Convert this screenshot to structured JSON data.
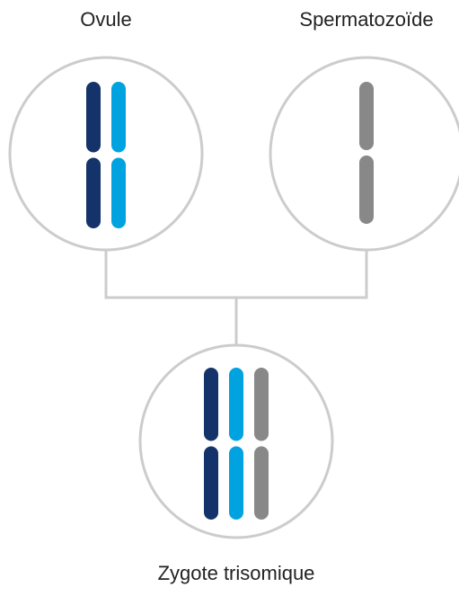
{
  "labels": {
    "ovule": "Ovule",
    "sperm": "Spermatozoïde",
    "zygote": "Zygote trisomique"
  },
  "colors": {
    "dark_blue": "#14336a",
    "light_blue": "#00a3e0",
    "grey": "#888888",
    "outline": "#cccccc"
  },
  "cells": [
    {
      "name": "ovule",
      "chromosomes": [
        "dark_blue",
        "light_blue"
      ]
    },
    {
      "name": "sperm",
      "chromosomes": [
        "grey"
      ]
    },
    {
      "name": "zygote",
      "chromosomes": [
        "dark_blue",
        "light_blue",
        "grey"
      ]
    }
  ]
}
